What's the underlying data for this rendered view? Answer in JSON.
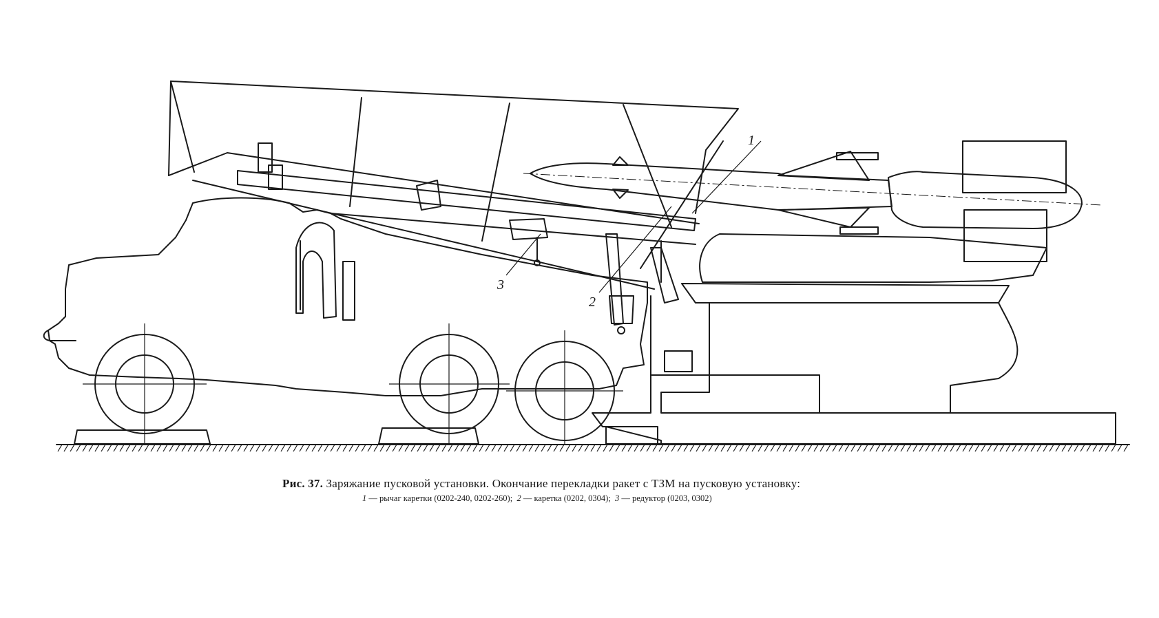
{
  "figure": {
    "callouts": [
      {
        "number": "1"
      },
      {
        "number": "2"
      },
      {
        "number": "3"
      }
    ],
    "caption": {
      "prefix": "Рис. 37.",
      "title": "Заряжание пусковой установки. Окончание перекладки ракет с ТЗМ на пусковую установку:",
      "legend": [
        {
          "number": "1",
          "text": "— рычаг каретки (0202-240, 0202-260);"
        },
        {
          "number": "2",
          "text": "— каретка (0202, 0304);"
        },
        {
          "number": "3",
          "text": "— редуктор (0203, 0302)"
        }
      ]
    }
  }
}
